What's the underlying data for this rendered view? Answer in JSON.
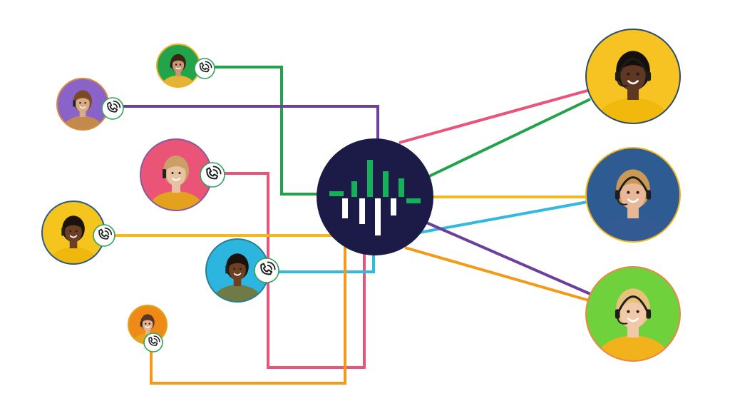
{
  "colors": {
    "background": "#ffffff",
    "hub_fill": "#1c1b47",
    "hub_waveform_up": "#15b15a",
    "hub_waveform_down": "#ffffff",
    "pink": "#e9547b",
    "green": "#22a34b",
    "purple": "#6c3f9c",
    "yellow": "#f4b81c",
    "blue": "#33b8e0",
    "orange": "#f39a1b"
  },
  "hub": {
    "icon": "audio-waveform-icon"
  },
  "callers": [
    {
      "id": "caller-green-top",
      "bg": "#23a44a",
      "ring": "#f0b11f",
      "skin": "#c99573",
      "shirt": "#e4b434",
      "hair": "#3a2414",
      "icon": "phone-call-icon"
    },
    {
      "id": "caller-purple",
      "bg": "#8a63c8",
      "ring": "#d98b3a",
      "skin": "#d8aa86",
      "shirt": "#c28a4c",
      "hair": "#7a4a24",
      "icon": "phone-call-icon"
    },
    {
      "id": "caller-pink",
      "bg": "#ea5577",
      "ring": "#8a5a9a",
      "skin": "#e9c2a2",
      "shirt": "#e3a11d",
      "hair": "#caa066",
      "icon": "phone-call-icon"
    },
    {
      "id": "caller-yellow",
      "bg": "#f5c51d",
      "ring": "#2d5b86",
      "skin": "#6b3f25",
      "shirt": "#f0b80c",
      "hair": "#1d130d",
      "icon": "phone-call-icon"
    },
    {
      "id": "caller-blue",
      "bg": "#2cb6df",
      "ring": "#2c7f8c",
      "skin": "#6d4024",
      "shirt": "#6f7a46",
      "hair": "#1c120c",
      "icon": "phone-call-icon"
    },
    {
      "id": "caller-orange",
      "bg": "#f08a17",
      "ring": "#e3a21d",
      "skin": "#e3b592",
      "shirt": "#e8a41f",
      "hair": "#5a3520",
      "icon": "phone-call-icon"
    }
  ],
  "agents": [
    {
      "id": "agent-top",
      "bg": "#f6c323",
      "ring": "#2b4c6b",
      "skin": "#5e3822",
      "shirt": "#f2b90d",
      "hair": "#15100c",
      "headset": true
    },
    {
      "id": "agent-middle",
      "bg": "#2e5c92",
      "ring": "#f2b61e",
      "skin": "#e7b797",
      "shirt": "#345a94",
      "hair": "#c99a55",
      "headset": true
    },
    {
      "id": "agent-bottom",
      "bg": "#6fd23c",
      "ring": "#e98843",
      "skin": "#f1c9a8",
      "shirt": "#f2b21c",
      "hair": "#e6c27a",
      "headset": true
    }
  ]
}
